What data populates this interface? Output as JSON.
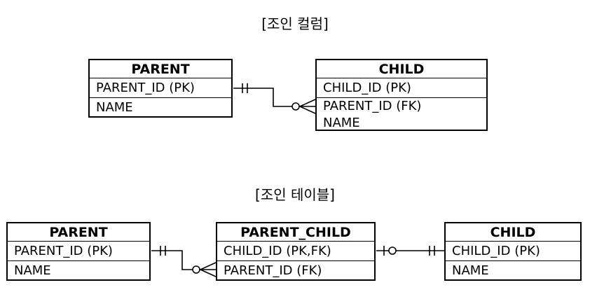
{
  "diagrams": [
    {
      "title": "[조인 컬럼]",
      "entities": [
        {
          "name": "PARENT",
          "groups": [
            [
              "PARENT_ID (PK)"
            ],
            [
              "NAME"
            ]
          ]
        },
        {
          "name": "CHILD",
          "groups": [
            [
              "CHILD_ID (PK)"
            ],
            [
              "PARENT_ID (FK)",
              "NAME"
            ]
          ]
        }
      ],
      "relationships": [
        {
          "from": "PARENT",
          "to": "CHILD",
          "from_end": "one-and-only-one",
          "to_end": "zero-or-many"
        }
      ]
    },
    {
      "title": "[조인 테이블]",
      "entities": [
        {
          "name": "PARENT",
          "groups": [
            [
              "PARENT_ID (PK)"
            ],
            [
              "NAME"
            ]
          ]
        },
        {
          "name": "PARENT_CHILD",
          "groups": [
            [
              "CHILD_ID (PK,FK)"
            ],
            [
              "PARENT_ID (FK)"
            ]
          ]
        },
        {
          "name": "CHILD",
          "groups": [
            [
              "CHILD_ID (PK)"
            ],
            [
              "NAME"
            ]
          ]
        }
      ],
      "relationships": [
        {
          "from": "PARENT",
          "to": "PARENT_CHILD",
          "from_end": "one-and-only-one",
          "to_end": "zero-or-many"
        },
        {
          "from": "PARENT_CHILD",
          "to": "CHILD",
          "from_end": "zero-or-one",
          "to_end": "one-and-only-one"
        }
      ]
    }
  ]
}
